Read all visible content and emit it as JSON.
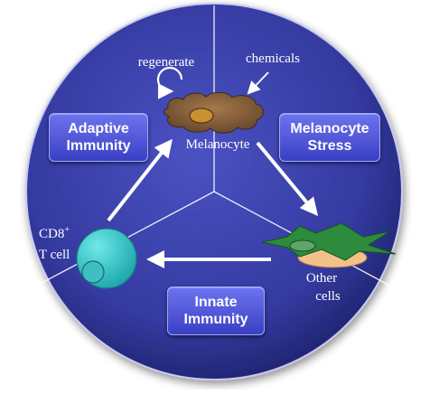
{
  "labels": {
    "adaptive": "Adaptive\nImmunity",
    "stress": "Melanocyte\nStress",
    "innate": "Innate\nImmunity",
    "regenerate": "regenerate",
    "chemicals": "chemicals",
    "melanocyte": "Melanocyte",
    "cd8": "CD8",
    "cd8_sup": "+",
    "tcell": "T cell",
    "other1": "Other",
    "other2": "cells"
  },
  "colors": {
    "circle_outer": "#1e2470",
    "circle_inner": "#3940a8",
    "box_top": "#6d74ee",
    "box_bottom": "#3a40c4",
    "tcell": "#2fc6c6",
    "melanocyte": "#7a5a3a",
    "fibroblast": "#2a8a3a",
    "other_cell": "#f2c28a",
    "arrow": "#ffffff"
  }
}
